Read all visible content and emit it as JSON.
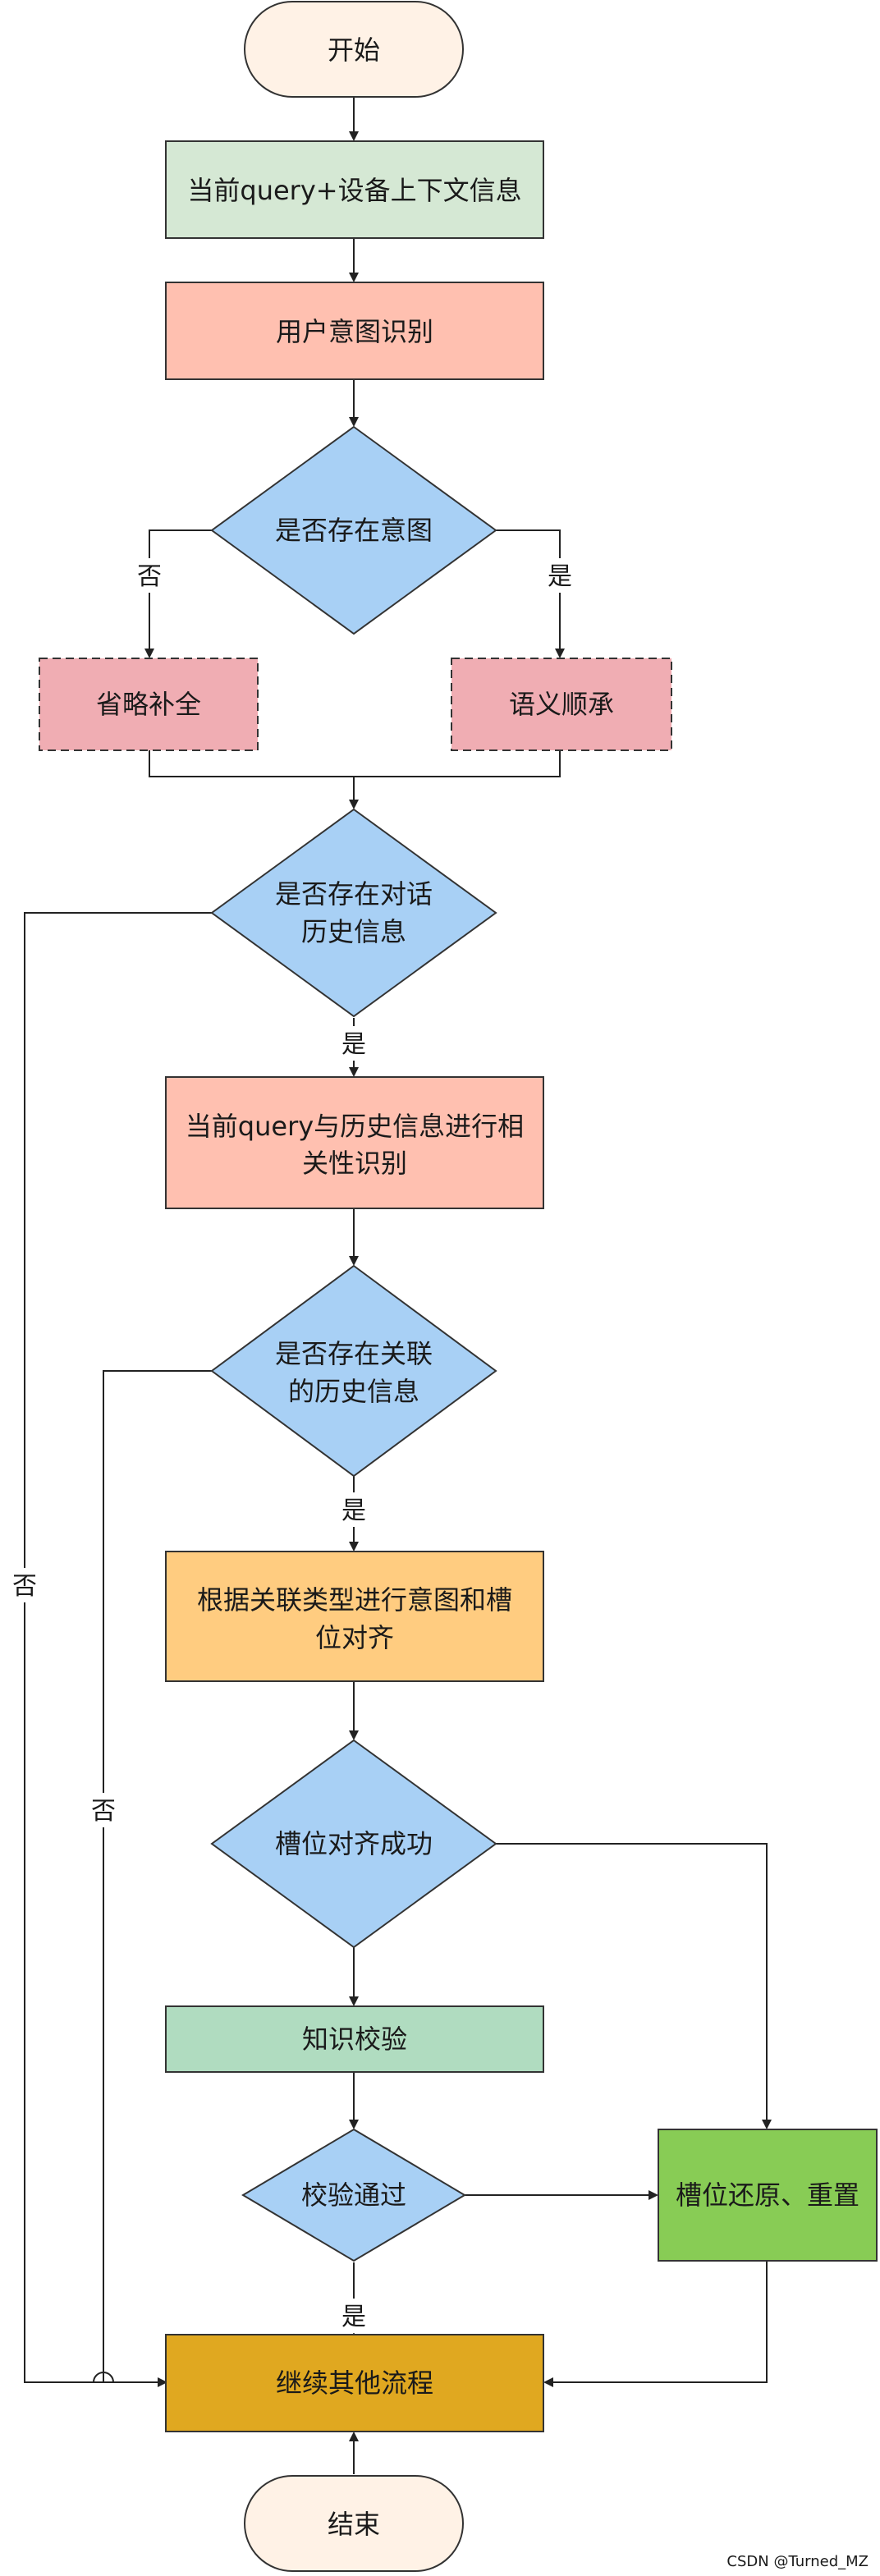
{
  "nodes": {
    "start": "开始",
    "input": "当前query+设备上下文信息",
    "intent_recognition": "用户意图识别",
    "has_intent": "是否存在意图",
    "omission_completion": "省略补全",
    "semantic_inherit": "语义顺承",
    "has_history": [
      "是否存在对话",
      "历史信息"
    ],
    "relevance": [
      "当前query与历史信息进行相",
      "关性识别"
    ],
    "has_related": [
      "是否存在关联",
      "的历史信息"
    ],
    "align": [
      "根据关联类型进行意图和槽",
      "位对齐"
    ],
    "slot_align_ok": "槽位对齐成功",
    "knowledge_check": "知识校验",
    "check_pass": "校验通过",
    "slot_reset": "槽位还原、重置",
    "continue_flow": "继续其他流程",
    "end": "结束"
  },
  "edge_labels": {
    "has_intent_no": "否",
    "has_intent_yes": "是",
    "has_history_yes": "是",
    "has_history_no": "否",
    "has_related_yes": "是",
    "has_related_no": "否",
    "check_pass_yes": "是"
  },
  "watermark": "CSDN @Turned_MZ",
  "colors": {
    "terminal": "#fff2e6",
    "input": "#d5e8d4",
    "process_red": "#ffc0b0",
    "decision": "#a8d0f5",
    "dashed_pink": "#f0adb3",
    "orange": "#ffcc80",
    "green_light": "#b0dcc0",
    "green": "#88cc55",
    "gold": "#e0a820",
    "stroke": "#333333"
  }
}
